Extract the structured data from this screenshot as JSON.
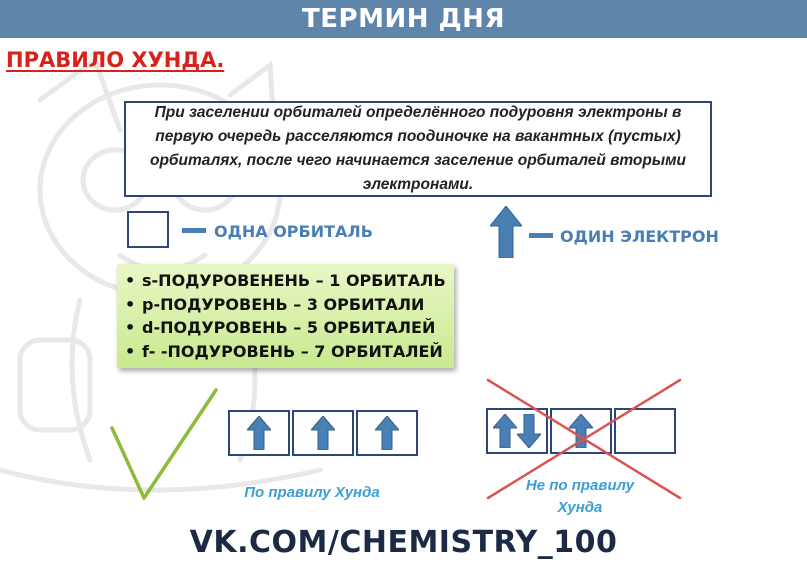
{
  "header": {
    "title": "ТЕРМИН ДНЯ"
  },
  "rule_title": "ПРАВИЛО ХУНДА.",
  "definition": "При заселении орбиталей определённого подуровня электроны в первую очередь расселяются поодиночке на вакантных (пустых) орбиталях, после чего начинается заселение орбиталей вторыми электронами.",
  "legend": {
    "orbital_label": "ОДНА ОРБИТАЛЬ",
    "electron_label": "ОДИН ЭЛЕКТРОН"
  },
  "sublevels": [
    {
      "letter": "s",
      "text": "-ПОДУРОВЕНЕНЬ – 1 ОРБИТАЛЬ"
    },
    {
      "letter": "p",
      "text": "-ПОДУРОВЕНЬ – 3 ОРБИТАЛИ"
    },
    {
      "letter": "d",
      "text": "-ПОДУРОВЕНЬ – 5 ОРБИТАЛЕЙ"
    },
    {
      "letter": "f",
      "text": "- -ПОДУРОВЕНЬ – 7 ОРБИТАЛЕЙ"
    }
  ],
  "correct": {
    "caption": "По правилу Хунда",
    "orbitals": [
      [
        "up"
      ],
      [
        "up"
      ],
      [
        "up"
      ]
    ]
  },
  "incorrect": {
    "caption_line1": "Не по правилу",
    "caption_line2": "Хунда",
    "orbitals": [
      [
        "up",
        "down"
      ],
      [
        "up"
      ],
      []
    ]
  },
  "footer": {
    "text": "VK.COM/CHEMISTRY_100"
  },
  "colors": {
    "header_bg": "#5f85ab",
    "title_red": "#d9221c",
    "box_border": "#2d4678",
    "arrow_blue": "#4a7fb5",
    "caption_blue": "#3a9fd8",
    "list_green": "#c8e98e",
    "check_green": "#8dbb3c",
    "cross_red": "#d9534f"
  }
}
